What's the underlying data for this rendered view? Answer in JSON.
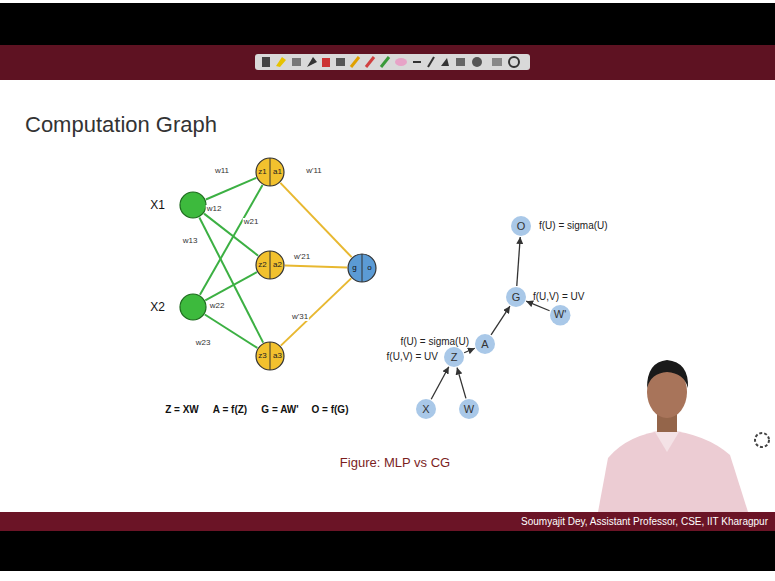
{
  "diagram": {
    "title": "Computation Graph",
    "caption": "Figure: MLP vs CG",
    "nodes": [
      {
        "text": [
          "X1"
        ]
      },
      {
        "text": [
          "X2"
        ]
      },
      {
        "text": [
          "z1",
          "a1"
        ]
      },
      {
        "text": [
          "z2",
          "a2"
        ]
      },
      {
        "text": [
          "z3",
          "a3"
        ]
      },
      {
        "text": [
          "g",
          "o"
        ]
      },
      {
        "text": [
          "O"
        ]
      },
      {
        "text": [
          "G"
        ]
      },
      {
        "text": [
          "W'"
        ]
      },
      {
        "text": [
          "A"
        ]
      },
      {
        "text": [
          "Z"
        ]
      },
      {
        "text": [
          "X"
        ]
      },
      {
        "text": [
          "W"
        ]
      }
    ],
    "edges": [
      {
        "from": 0,
        "to": 2,
        "arrow": "none"
      },
      {
        "from": 0,
        "to": 3,
        "arrow": "none"
      },
      {
        "from": 0,
        "to": 4,
        "arrow": "none"
      },
      {
        "from": 1,
        "to": 2,
        "arrow": "none"
      },
      {
        "from": 1,
        "to": 3,
        "arrow": "none"
      },
      {
        "from": 1,
        "to": 4,
        "arrow": "none"
      },
      {
        "from": 2,
        "to": 5,
        "arrow": "none"
      },
      {
        "from": 3,
        "to": 5,
        "arrow": "none"
      },
      {
        "from": 4,
        "to": 5,
        "arrow": "none"
      },
      {
        "from": 11,
        "to": 10,
        "arrow": "to"
      },
      {
        "from": 12,
        "to": 10,
        "arrow": "to"
      },
      {
        "from": 10,
        "to": 9,
        "arrow": "to"
      },
      {
        "from": 9,
        "to": 7,
        "arrow": "to"
      },
      {
        "from": 8,
        "to": 7,
        "arrow": "to"
      },
      {
        "from": 7,
        "to": 6,
        "arrow": "to"
      }
    ],
    "labels": [
      "w11",
      "w12",
      "w13",
      "w21",
      "w22",
      "w23",
      "w'11",
      "w'21",
      "w'31",
      "Z = XW",
      "A = f(Z)",
      "G = AW'",
      "O = f(G)",
      "f(U) = sigma(U)",
      "f(U,V) = UV",
      "f(U) = sigma(U)",
      "f(U,V) = UV",
      "Soumyajit Dey, Assistant Professor, CSE, IIT Kharagpur"
    ]
  }
}
